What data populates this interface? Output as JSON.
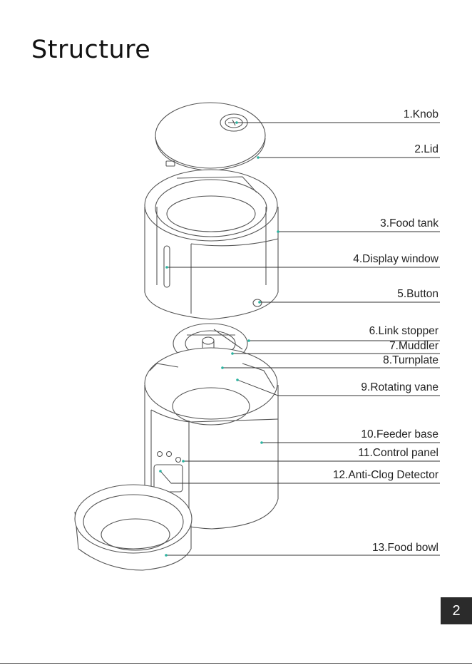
{
  "page": {
    "title": "Structure",
    "page_number": "2"
  },
  "parts": [
    {
      "label": "1.Knob"
    },
    {
      "label": "2.Lid"
    },
    {
      "label": "3.Food tank"
    },
    {
      "label": "4.Display window"
    },
    {
      "label": "5.Button"
    },
    {
      "label": "6.Link stopper"
    },
    {
      "label": "7.Muddler"
    },
    {
      "label": "8.Turnplate"
    },
    {
      "label": "9.Rotating vane"
    },
    {
      "label": "10.Feeder base"
    },
    {
      "label": "11.Control panel"
    },
    {
      "label": "12.Anti-Clog Detector"
    },
    {
      "label": "13.Food bowl"
    }
  ],
  "colors": {
    "leader_dot": "#2bb3a0",
    "outline": "#555555",
    "page_badge": "#2b2b2b"
  }
}
